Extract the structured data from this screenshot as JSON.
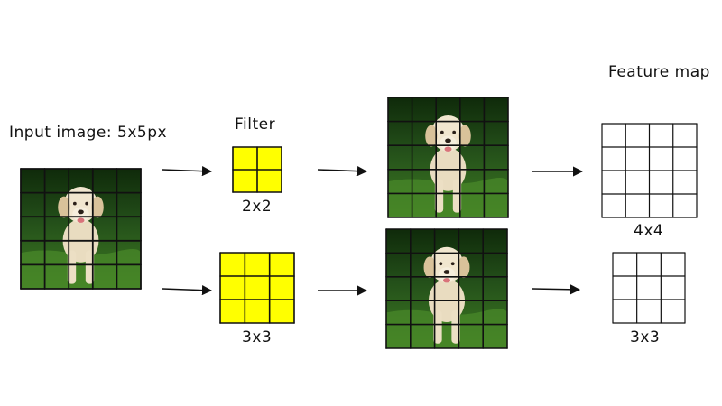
{
  "labels": {
    "input_title": "Input image: 5x5px",
    "filter_title": "Filter",
    "filter_small": "2x2",
    "filter_large": "3x3",
    "feature_title": "Feature map",
    "feature_top": "4x4",
    "feature_bottom": "3x3"
  },
  "colors": {
    "filter_fill": "#ffff00",
    "grid_line": "#111111",
    "sky_top": "#0f2a0a",
    "grass": "#3d7a21",
    "dog": "#efe2c6"
  },
  "grids": {
    "input": {
      "rows": 5,
      "cols": 5
    },
    "filter_small": {
      "rows": 2,
      "cols": 2
    },
    "filter_large": {
      "rows": 3,
      "cols": 3
    },
    "conv_top": {
      "rows": 5,
      "cols": 5
    },
    "conv_bottom": {
      "rows": 5,
      "cols": 5
    },
    "feature_top": {
      "rows": 4,
      "cols": 4
    },
    "feature_bottom": {
      "rows": 3,
      "cols": 3
    }
  }
}
